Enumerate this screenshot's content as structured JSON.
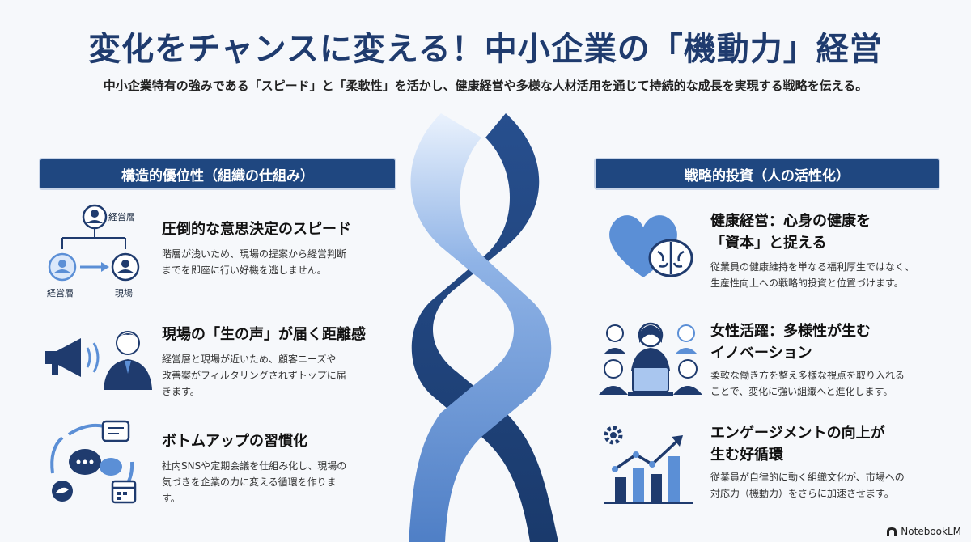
{
  "header": {
    "title": "変化をチャンスに変える！中小企業の「機動力」経営",
    "subtitle": "中小企業特有の強みである「スピード」と「柔軟性」を活かし、健康経営や多様な人材活用を通じて持続的な成長を実現する戦略を伝える。"
  },
  "left": {
    "header": "構造的優位性（組織の仕組み）",
    "items": [
      {
        "title": "圧倒的な意思決定のスピード",
        "desc": [
          "階層が浅いため、現場の提案から経営判断",
          "までを即座に行い好機を逃しません。"
        ],
        "icon": "org-chart-icon",
        "labels": [
          "経営層",
          "経営層",
          "現場"
        ]
      },
      {
        "title": "現場の「生の声」が届く距離感",
        "desc": [
          "経営層と現場が近いため、顧客ニーズや",
          "改善案がフィルタリングされずトップに届",
          "きます。"
        ],
        "icon": "megaphone-icon"
      },
      {
        "title": "ボトムアップの習慣化",
        "desc": [
          "社内SNSや定期会議を仕組み化し、現場の",
          "気づきを企業の力に変える循環を作りま",
          "す。"
        ],
        "icon": "communication-cycle-icon"
      }
    ]
  },
  "right": {
    "header": "戦略的投資（人の活性化）",
    "items": [
      {
        "title": [
          "健康経営：心身の健康を",
          "「資本」と捉える"
        ],
        "desc": [
          "従業員の健康維持を単なる福利厚生ではなく、",
          "生産性向上への戦略的投資と位置づけます。"
        ],
        "icon": "heart-brain-icon"
      },
      {
        "title": [
          "女性活躍：多様性が生む",
          "イノベーション"
        ],
        "desc": [
          "柔軟な働き方を整え多様な視点を取り入れる",
          "ことで、変化に強い組織へと進化します。"
        ],
        "icon": "diverse-team-icon"
      },
      {
        "title": [
          "エンゲージメントの向上が",
          "生む好循環"
        ],
        "desc": [
          "従業員が自律的に動く組織文化が、市場への",
          "対応力（機動力）をさらに加速させます。"
        ],
        "icon": "growth-chart-icon"
      }
    ]
  },
  "footer": {
    "brand": "NotebookLM"
  },
  "colors": {
    "primary": "#1f4780",
    "accent": "#5b8fd6",
    "light": "#a9c6ef",
    "title": "#1f3b6e"
  }
}
